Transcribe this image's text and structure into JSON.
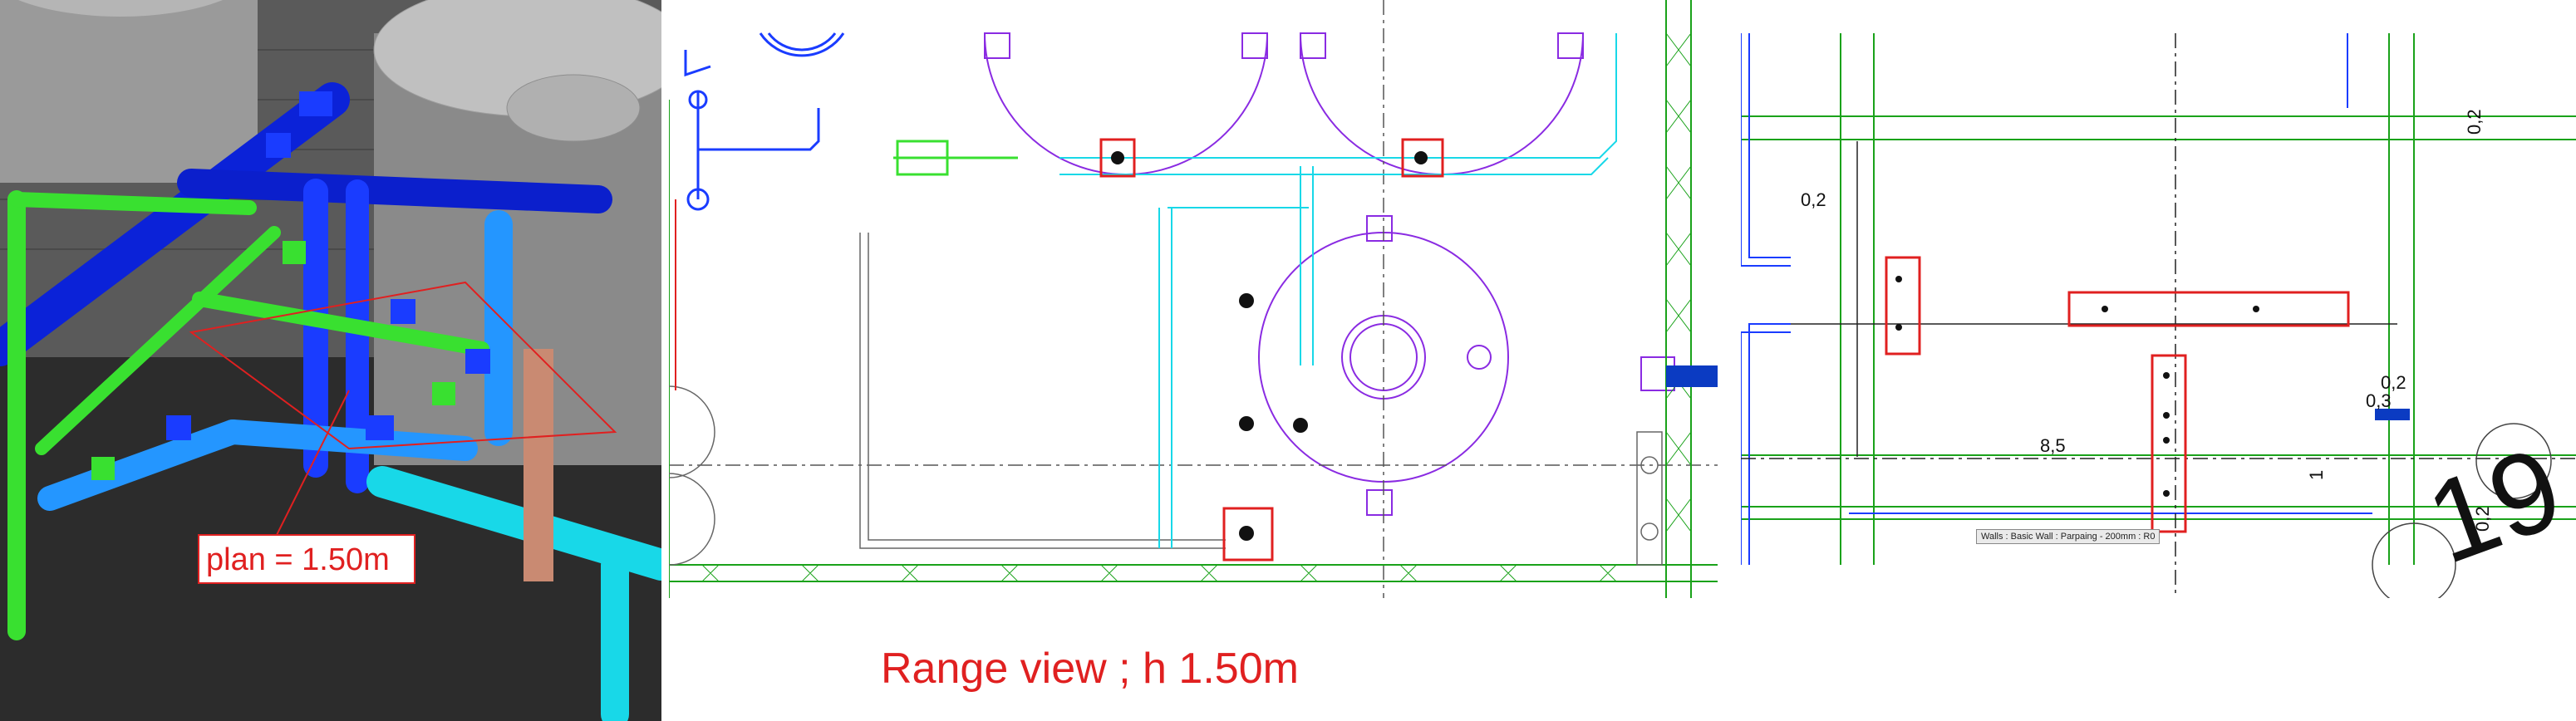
{
  "views": {
    "model_3d": {
      "label": "plan = 1.50m"
    },
    "plan": {
      "caption": "Range view ; h 1.50m"
    },
    "detail": {
      "dims": [
        "0,2",
        "0,2",
        "0,2",
        "0,3",
        "8,5",
        "1",
        "0,2"
      ],
      "big_text": "19",
      "tooltip": "Walls : Basic Wall : Parpaing - 200mm : R0"
    }
  },
  "colors": {
    "highlight": "#e02020",
    "pipe_blue": "#1a3cff",
    "pipe_green": "#39e030",
    "pipe_cyan": "#18d8e8",
    "grid_green": "#1aa21a",
    "tank_purple": "#8a2be2",
    "wall_gray": "#6d6d6d"
  }
}
